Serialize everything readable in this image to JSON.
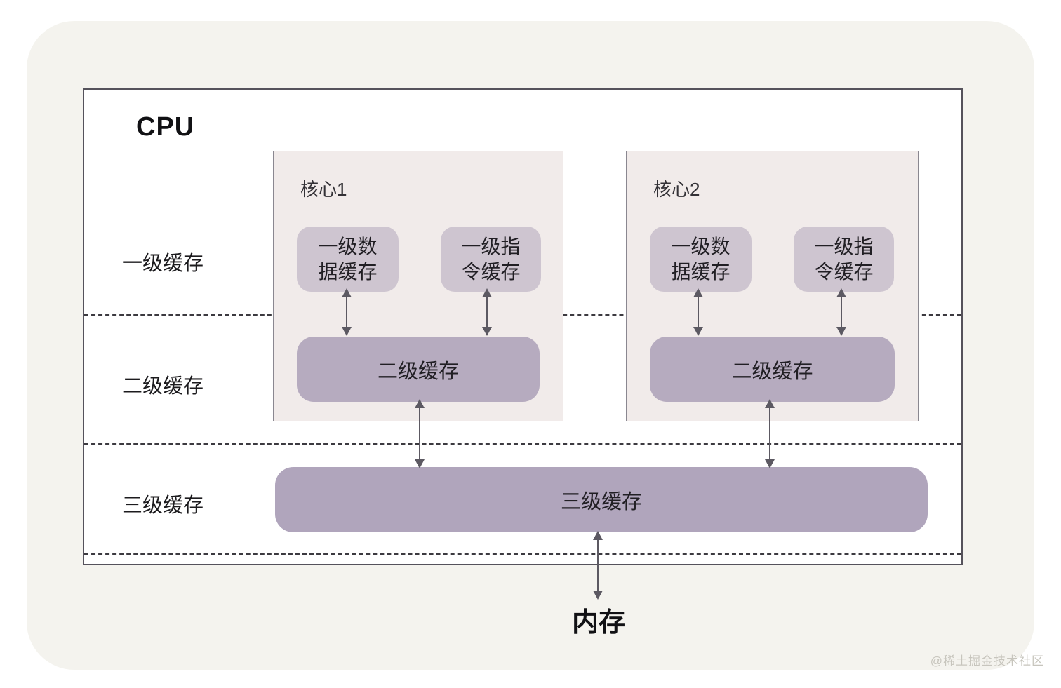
{
  "diagram": {
    "title": "CPU",
    "row_labels": {
      "l1": "一级缓存",
      "l2": "二级缓存",
      "l3": "三级缓存"
    },
    "cores": [
      {
        "name": "核心1",
        "l1_data_lines": [
          "一级数",
          "据缓存"
        ],
        "l1_instr_lines": [
          "一级指",
          "令缓存"
        ],
        "l2_label": "二级缓存"
      },
      {
        "name": "核心2",
        "l1_data_lines": [
          "一级数",
          "据缓存"
        ],
        "l1_instr_lines": [
          "一级指",
          "令缓存"
        ],
        "l2_label": "二级缓存"
      }
    ],
    "l3": {
      "label": "三级缓存"
    },
    "memory": {
      "label": "内存"
    },
    "colors": {
      "panel_bg": "#f4f3ee",
      "cpu_bg": "#ffffff",
      "core_bg": "#f1ebea",
      "l1_fill": "#cec5d0",
      "l2_fill": "#b6abbf",
      "l3_fill": "#b0a5bc",
      "arrow": "#5c5962",
      "dashed_line": "#3c3a40"
    }
  },
  "watermark": {
    "text": "@稀土掘金技术社区"
  }
}
